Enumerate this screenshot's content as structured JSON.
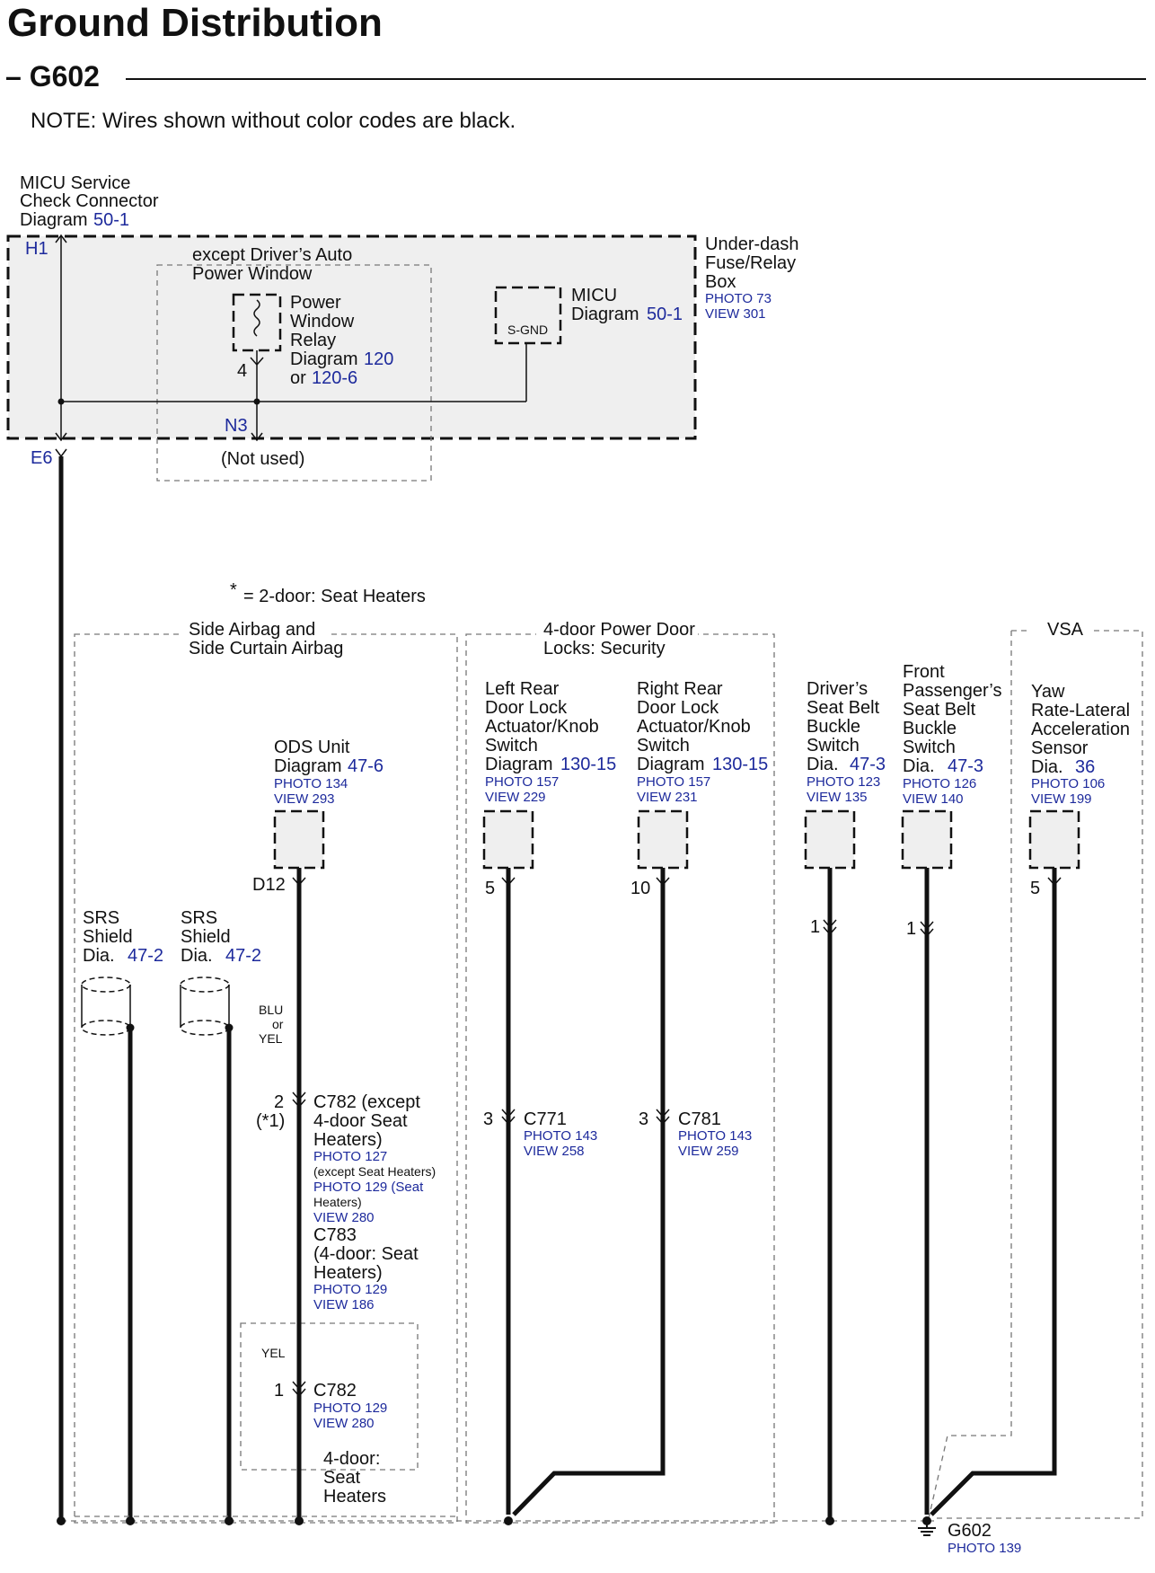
{
  "header": {
    "title": "Ground Distribution",
    "ground_id": "– G602",
    "note": "NOTE: Wires shown without color codes are black."
  },
  "top": {
    "micu_check": [
      "MICU Service",
      "Check Connector",
      "Diagram"
    ],
    "micu_check_ref": "50-1",
    "h1": "H1",
    "e6": "E6",
    "n3": "N3",
    "not_used": "(Not used)",
    "except_label": [
      "except Driver’s Auto",
      "Power Window"
    ],
    "pwr_relay": [
      "Power",
      "Window",
      "Relay",
      "Diagram",
      "or"
    ],
    "pwr_relay_ref1": "120",
    "pwr_relay_ref2": "120-6",
    "pin4": "4",
    "micu": [
      "MICU",
      "Diagram"
    ],
    "micu_ref": "50-1",
    "sgnd": "S-GND",
    "fuse_box": [
      "Under-dash",
      "Fuse/Relay",
      "Box"
    ],
    "fuse_photo": "PHOTO 73",
    "fuse_view": "VIEW 301"
  },
  "footnote": "= 2-door: Seat Heaters",
  "footnote_star": "*",
  "groups": {
    "airbag": [
      "Side Airbag and",
      "Side Curtain Airbag"
    ],
    "locks": [
      "4-door Power Door",
      "Locks: Security"
    ],
    "vsa": "VSA",
    "seat_heaters": [
      "4-door:",
      "Seat",
      "Heaters"
    ]
  },
  "components": {
    "ods": {
      "lines": [
        "ODS Unit",
        "Diagram"
      ],
      "ref": "47-6",
      "photo": "PHOTO 134",
      "view": "VIEW 293",
      "pin": "D12"
    },
    "srs1": {
      "lines": [
        "SRS",
        "Shield",
        "Dia."
      ],
      "ref": "47-2"
    },
    "srs2": {
      "lines": [
        "SRS",
        "Shield",
        "Dia."
      ],
      "ref": "47-2"
    },
    "lr_lock": {
      "lines": [
        "Left Rear",
        "Door Lock",
        "Actuator/Knob",
        "Switch",
        "Diagram"
      ],
      "ref": "130-15",
      "photo": "PHOTO 157",
      "view": "VIEW 229",
      "pin": "5"
    },
    "rr_lock": {
      "lines": [
        "Right Rear",
        "Door Lock",
        "Actuator/Knob",
        "Switch",
        "Diagram"
      ],
      "ref": "130-15",
      "photo": "PHOTO 157",
      "view": "VIEW 231",
      "pin": "10"
    },
    "drv_belt": {
      "lines": [
        "Driver’s",
        "Seat Belt",
        "Buckle",
        "Switch",
        "Dia."
      ],
      "ref": "47-3",
      "photo": "PHOTO 123",
      "view": "VIEW 135",
      "pin": "1"
    },
    "pas_belt": {
      "lines": [
        "Front",
        "Passenger’s",
        "Seat Belt",
        "Buckle",
        "Switch",
        "Dia."
      ],
      "ref": "47-3",
      "photo": "PHOTO 126",
      "view": "VIEW 140",
      "pin": "1"
    },
    "yaw": {
      "lines": [
        "Yaw",
        "Rate-Lateral",
        "Acceleration",
        "Sensor",
        "Dia."
      ],
      "ref": "36",
      "photo": "PHOTO 106",
      "view": "VIEW 199",
      "pin": "5"
    }
  },
  "connectors": {
    "wire_color_ods": [
      "BLU",
      "or",
      "YEL"
    ],
    "c782_pin": "2",
    "c782_star": "(*1)",
    "c782": [
      "C782 (except",
      "4-door Seat",
      "Heaters)"
    ],
    "c782_photo1": "PHOTO 127",
    "c782_note1": "(except Seat Heaters)",
    "c782_photo2": "PHOTO 129 (Seat",
    "c782_photo2b": "Heaters)",
    "c782_view": "VIEW 280",
    "c783": [
      "C783",
      "(4-door: Seat",
      "Heaters)"
    ],
    "c783_photo": "PHOTO 129",
    "c783_view": "VIEW 186",
    "yel": "YEL",
    "c782b_pin": "1",
    "c782b": "C782",
    "c782b_photo": "PHOTO 129",
    "c782b_view": "VIEW 280",
    "c771_pin": "3",
    "c771": "C771",
    "c771_photo": "PHOTO 143",
    "c771_view": "VIEW 258",
    "c781_pin": "3",
    "c781": "C781",
    "c781_photo": "PHOTO 143",
    "c781_view": "VIEW 259"
  },
  "ground": {
    "name": "G602",
    "photo": "PHOTO 139"
  },
  "colors": {
    "link_blue": "#1d2a9c",
    "wire": "#111111",
    "panel_fill": "#efefef"
  }
}
